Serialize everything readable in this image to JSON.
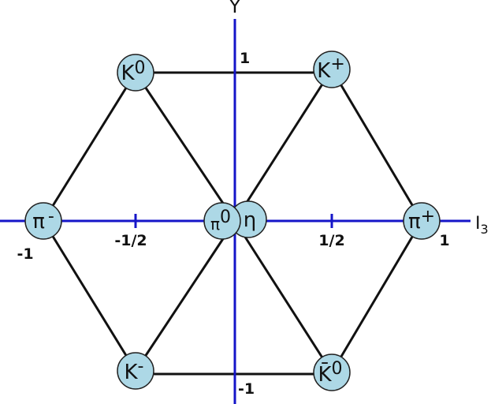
{
  "axes": {
    "x_label": "I",
    "x_label_sub": "3",
    "y_label": "Y",
    "x_ticks": [
      "-1",
      "-1/2",
      "1/2",
      "1"
    ],
    "y_ticks": [
      "1",
      "-1"
    ]
  },
  "particles": {
    "k0": {
      "name": "K",
      "sup": "0"
    },
    "kplus": {
      "name": "K",
      "sup": "+"
    },
    "piminus": {
      "name": "π",
      "sup": "-"
    },
    "pi0": {
      "name": "π",
      "sup": "0"
    },
    "eta": {
      "name": "η",
      "sup": ""
    },
    "piplus": {
      "name": "π",
      "sup": "+"
    },
    "kminus": {
      "name": "K",
      "sup": "-"
    },
    "k0bar": {
      "name": "K̄",
      "sup": "0"
    }
  },
  "colors": {
    "axis": "#1515c8",
    "node_fill": "#add8e6",
    "edge": "#111111"
  }
}
